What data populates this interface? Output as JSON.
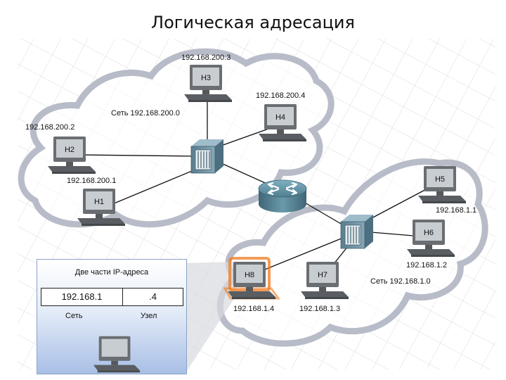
{
  "title": "Логическая адресация",
  "networks": {
    "net1": "Сеть 192.168.200.0",
    "net2": "Сеть 192.168.1.0"
  },
  "hosts": {
    "h1": {
      "name": "H1",
      "ip": "192.168.200.1"
    },
    "h2": {
      "name": "H2",
      "ip": "192.168.200.2"
    },
    "h3": {
      "name": "H3",
      "ip": "192.168.200.3"
    },
    "h4": {
      "name": "H4",
      "ip": "192.168.200.4"
    },
    "h5": {
      "name": "H5",
      "ip": "192.168.1.1"
    },
    "h6": {
      "name": "H6",
      "ip": "192.168.1.2"
    },
    "h7": {
      "name": "H7",
      "ip": "192.168.1.3"
    },
    "h8": {
      "name": "H8",
      "ip": "192.168.1.4"
    }
  },
  "panel": {
    "title": "Две части IP-адреса",
    "network_part": "192.168.1",
    "host_part": ".4",
    "network_caption": "Сеть",
    "host_caption": "Узел"
  },
  "colors": {
    "cloud_stroke": "#b8bcc8",
    "grid": "#dcdce2",
    "pc_body": "#6a6e72",
    "pc_screen": "#c8cdd2",
    "highlight": "#f07a1e",
    "router": "#5d8a9a",
    "switch": "#6d8fa0"
  }
}
